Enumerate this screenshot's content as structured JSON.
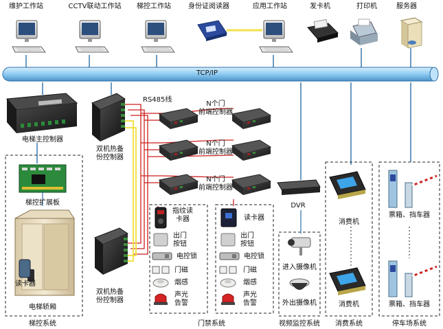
{
  "workstations": {
    "maintenance": "维护工作站",
    "cctv": "CCTV联动工作站",
    "elevator": "梯控工作站",
    "id_reader": "身份证阅读器",
    "application": "应用工作站",
    "card_issuer": "发卡机",
    "printer": "打印机",
    "server": "服务器"
  },
  "network": {
    "bus": "TCP/IP",
    "rs485": "RS485线"
  },
  "controllers": {
    "elevator_main": "电梯主控制器",
    "dual_hot_backup_1": [
      "双机热备",
      "份控制器"
    ],
    "dual_hot_backup_2": [
      "双机热备",
      "份控制器"
    ],
    "front_end_1": [
      "N个门",
      "前端控制器"
    ],
    "front_end_2": [
      "N个门",
      "前端控制器"
    ],
    "front_end_3": [
      "N个门",
      "前端控制器"
    ]
  },
  "elevator_system": {
    "expansion_board": "梯控扩展板",
    "card_reader": "读卡器",
    "car": "电梯轿厢",
    "title": "梯控系统"
  },
  "access_system": {
    "left": {
      "reader": [
        "指纹读",
        "卡器"
      ],
      "exit_button": [
        "出门",
        "按钮"
      ],
      "lock": "电控锁",
      "magnet": "门磁",
      "smoke": "烟感",
      "alarm": [
        "声光",
        "告警"
      ]
    },
    "right": {
      "reader": "读卡器",
      "exit_button": [
        "出门",
        "按钮"
      ],
      "lock": "电控锁",
      "magnet": "门磁",
      "smoke": "烟感",
      "alarm": [
        "声光",
        "告警"
      ]
    },
    "title": "门禁系统"
  },
  "video_system": {
    "dvr": "DVR",
    "entry_camera": "进入摄像机",
    "exit_camera": "外出摄像机",
    "title": "视频监控系统"
  },
  "consumption_system": {
    "pos_1": "消费机",
    "pos_2": "消费机",
    "title": "消费系统"
  },
  "parking_system": {
    "gate_1": "票箱、挡车器",
    "gate_2": "票箱、挡车器",
    "title": "停车场系统"
  },
  "colors": {
    "bus_fill": "#8ecbf2",
    "bus_stroke": "#2a6fa8",
    "rs485": "#cc1f1f",
    "signal": "#f2e24a",
    "link": "#2a6fa8"
  }
}
